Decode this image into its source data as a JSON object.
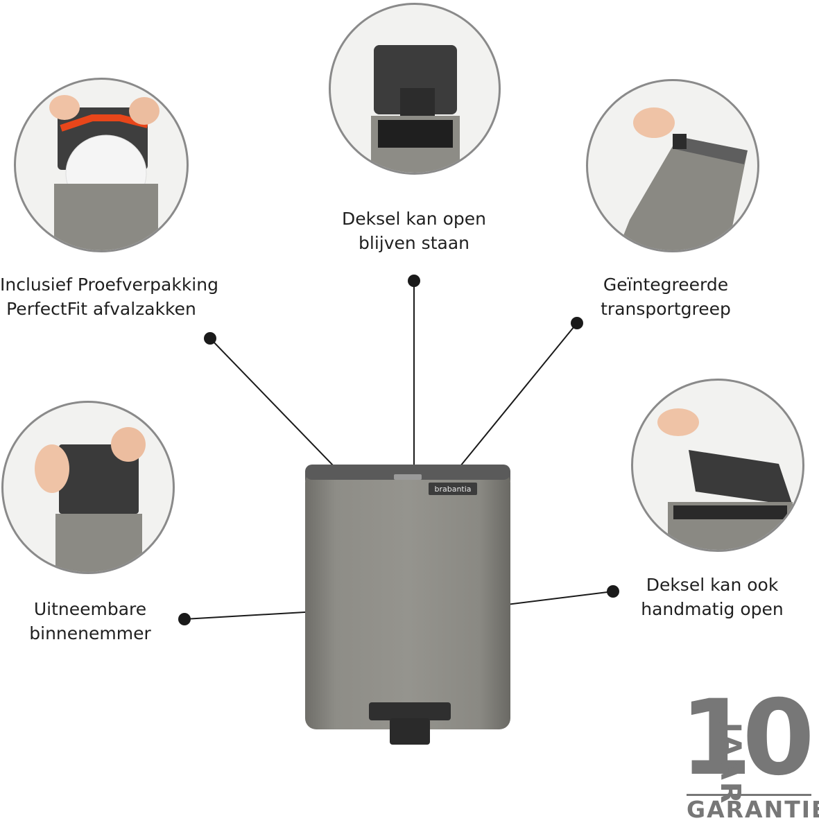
{
  "labels": {
    "lid_open_1": "Deksel kan open",
    "lid_open_2": "blijven staan",
    "bags_1": "Inclusief Proefverpakking",
    "bags_2": "PerfectFit afvalzakken",
    "handle_1": "Geïntegreerde",
    "handle_2": "transportgreep",
    "bucket_1": "Uitneembare",
    "bucket_2": "binnenemmer",
    "manual_1": "Deksel kan ook",
    "manual_2": "handmatig open"
  },
  "logo": "brabantia",
  "warranty": {
    "number": "10",
    "unit": "JAAR",
    "word": "GARANTIE"
  },
  "colors": {
    "bin_body": "#8c8b85",
    "bin_lid": "#5f5f5f",
    "lines": "#1a1a1a",
    "circle_border": "#8a8a8a",
    "badge": "#777777"
  }
}
